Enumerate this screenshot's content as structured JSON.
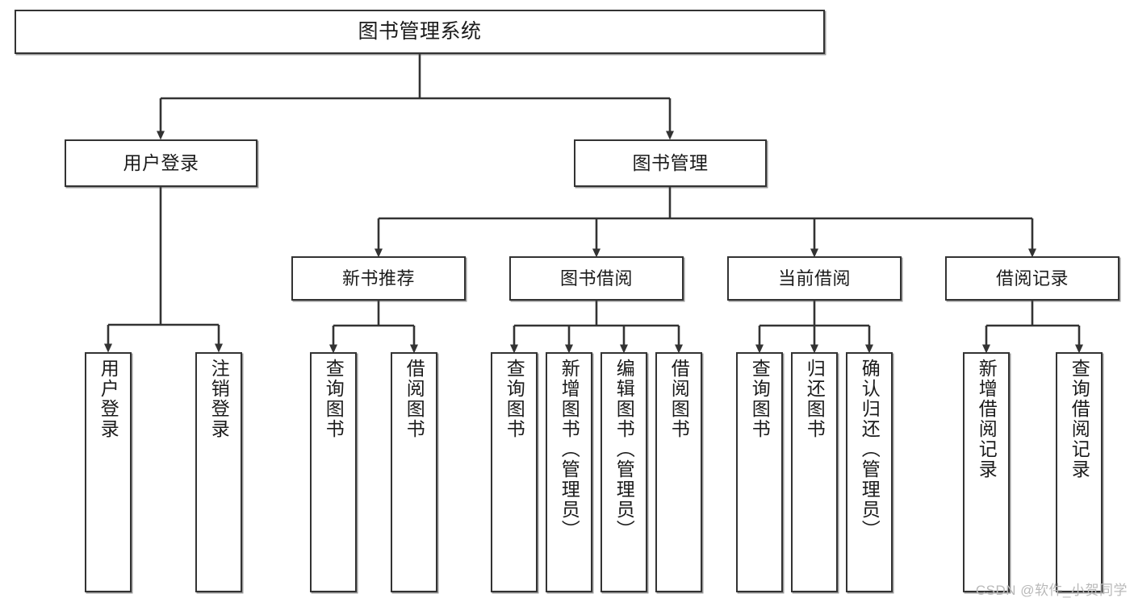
{
  "diagram": {
    "type": "tree-hierarchy-chart",
    "title": "图书管理系统",
    "style": {
      "background": "#ffffff",
      "node_border": "#333333",
      "node_fill": "#ffffff",
      "edge_color": "#333333",
      "text_color": "#1b1b1b",
      "watermark_color": "#b9b9b9"
    },
    "watermark": "CSDN @软件_小贺同学",
    "nodes": {
      "root": {
        "label": "图书管理系统"
      },
      "level2": [
        {
          "id": "user-login",
          "label": "用户登录"
        },
        {
          "id": "book-manage",
          "label": "图书管理"
        }
      ],
      "level3": [
        {
          "id": "new-book-recommend",
          "label": "新书推荐"
        },
        {
          "id": "book-borrow",
          "label": "图书借阅"
        },
        {
          "id": "current-borrow",
          "label": "当前借阅"
        },
        {
          "id": "borrow-record",
          "label": "借阅记录"
        }
      ],
      "leaves": {
        "user-login": [
          {
            "id": "leaf-user-login",
            "label": "用户登录"
          },
          {
            "id": "leaf-logout-login",
            "label": "注销登录"
          }
        ],
        "new-book-recommend": [
          {
            "id": "leaf-query-book-1",
            "label": "查询图书"
          },
          {
            "id": "leaf-borrow-book-1",
            "label": "借阅图书"
          }
        ],
        "book-borrow": [
          {
            "id": "leaf-query-book-2",
            "label": "查询图书"
          },
          {
            "id": "leaf-add-book",
            "label": "新增图书（管理员）"
          },
          {
            "id": "leaf-edit-book",
            "label": "编辑图书（管理员）"
          },
          {
            "id": "leaf-borrow-book-2",
            "label": "借阅图书"
          }
        ],
        "current-borrow": [
          {
            "id": "leaf-query-book-3",
            "label": "查询图书"
          },
          {
            "id": "leaf-return-book",
            "label": "归还图书"
          },
          {
            "id": "leaf-confirm-return",
            "label": "确认归还（管理员）"
          }
        ],
        "borrow-record": [
          {
            "id": "leaf-add-record",
            "label": "新增借阅记录"
          },
          {
            "id": "leaf-query-record",
            "label": "查询借阅记录"
          }
        ]
      }
    }
  }
}
